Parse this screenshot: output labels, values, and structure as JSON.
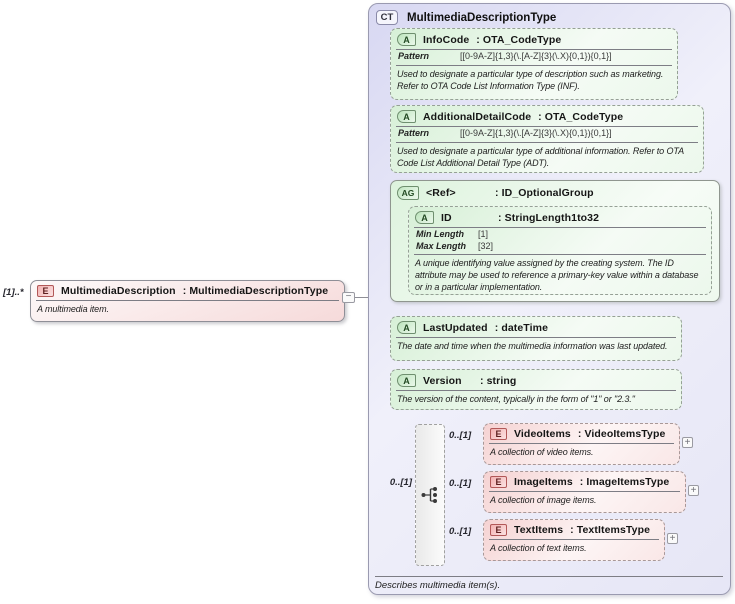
{
  "root_element": {
    "cardinality": "[1]..*",
    "icon": "E",
    "name": "MultimediaDescription",
    "type": ": MultimediaDescriptionType",
    "description": "A multimedia item.",
    "collapse_glyph": "−"
  },
  "complex_type": {
    "icon": "CT",
    "title": "MultimediaDescriptionType",
    "footer": "Describes multimedia item(s).",
    "attributes": [
      {
        "icon": "A",
        "name": "InfoCode",
        "type": ": OTA_CodeType",
        "facets": [
          {
            "label": "Pattern",
            "value": "[[0-9A-Z]{1,3}(\\.[A-Z]{3}(\\.X){0,1}){0,1}]"
          }
        ],
        "description": "Used to designate a particular type of description such as marketing. Refer to OTA Code List Information Type (INF)."
      },
      {
        "icon": "A",
        "name": "AdditionalDetailCode",
        "type": ": OTA_CodeType",
        "facets": [
          {
            "label": "Pattern",
            "value": "[[0-9A-Z]{1,3}(\\.[A-Z]{3}(\\.X){0,1}){0,1}]"
          }
        ],
        "description": "Used to designate a particular type of additional information. Refer to OTA Code List Additional Detail Type (ADT)."
      }
    ],
    "attribute_group": {
      "icon": "AG",
      "name": "<Ref>",
      "type": ": ID_OptionalGroup",
      "attribute": {
        "icon": "A",
        "name": "ID",
        "type": ": StringLength1to32",
        "facets": [
          {
            "label": "Min Length",
            "value": "[1]"
          },
          {
            "label": "Max Length",
            "value": "[32]"
          }
        ],
        "description": "A unique identifying value assigned by the creating system.  The ID attribute may be used to reference a primary-key value within a database or in a particular implementation."
      }
    },
    "attributes_simple": [
      {
        "icon": "A",
        "name": "LastUpdated",
        "type": ": dateTime",
        "description": "The date and time when the multimedia information was last updated."
      },
      {
        "icon": "A",
        "name": "Version",
        "type": ": string",
        "description": "The version of the content, typically in the form of \"1\" or \"2.3.\""
      }
    ],
    "sequence": {
      "cardinality": "0..[1]",
      "elements": [
        {
          "cardinality": "0..[1]",
          "icon": "E",
          "name": "VideoItems",
          "type": ": VideoItemsType",
          "description": "A collection of video items.",
          "expand_glyph": "+"
        },
        {
          "cardinality": "0..[1]",
          "icon": "E",
          "name": "ImageItems",
          "type": ": ImageItemsType",
          "description": "A collection of image items.",
          "expand_glyph": "+"
        },
        {
          "cardinality": "0..[1]",
          "icon": "E",
          "name": "TextItems",
          "type": ": TextItemsType",
          "description": "A collection of text items.",
          "expand_glyph": "+"
        }
      ]
    }
  }
}
